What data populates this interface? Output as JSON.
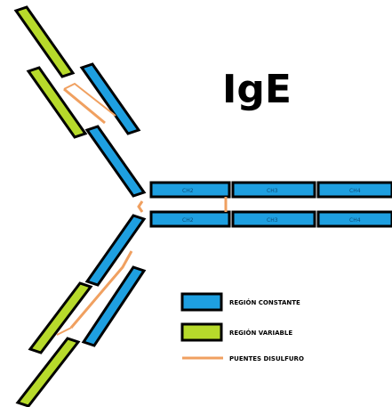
{
  "title": "IgE",
  "legend": {
    "constant": "REGIÓN CONSTANTE",
    "variable": "REGIÓN VARIABLE",
    "disulfide": "PUENTES DISULFURO"
  },
  "domain_labels": {
    "heavy_top": [
      "CH2",
      "CH3",
      "CH4"
    ],
    "heavy_bottom": [
      "CH2",
      "CH3",
      "CH4"
    ]
  },
  "colors": {
    "constant": "#1e9fe0",
    "variable": "#b7da2b",
    "disulfide": "#f0a060",
    "outline": "#000000"
  }
}
